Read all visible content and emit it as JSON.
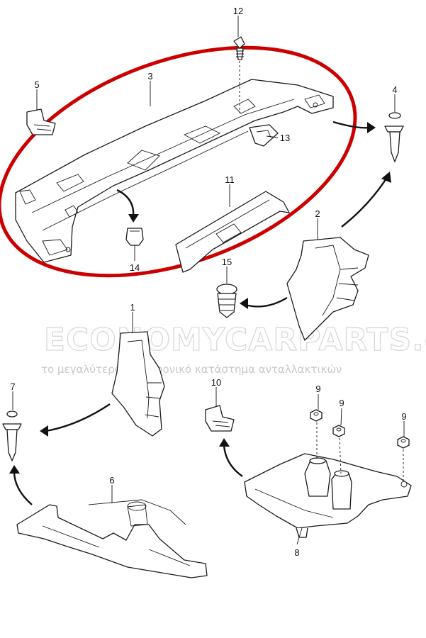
{
  "watermark": {
    "brand": "ECONOMYCARPARTS.gr",
    "tagline": "το μεγαλύτερο ηλεκτρονικό κατάστημα ανταλλακτικών"
  },
  "highlight_color": "#cc0000",
  "parts": {
    "p1": "1",
    "p2": "2",
    "p3": "3",
    "p4": "4",
    "p5": "5",
    "p6": "6",
    "p7": "7",
    "p8": "8",
    "p9a": "9",
    "p9b": "9",
    "p9c": "9",
    "p10": "10",
    "p11": "11",
    "p12": "12",
    "p13": "13",
    "p14": "14",
    "p15": "15"
  }
}
